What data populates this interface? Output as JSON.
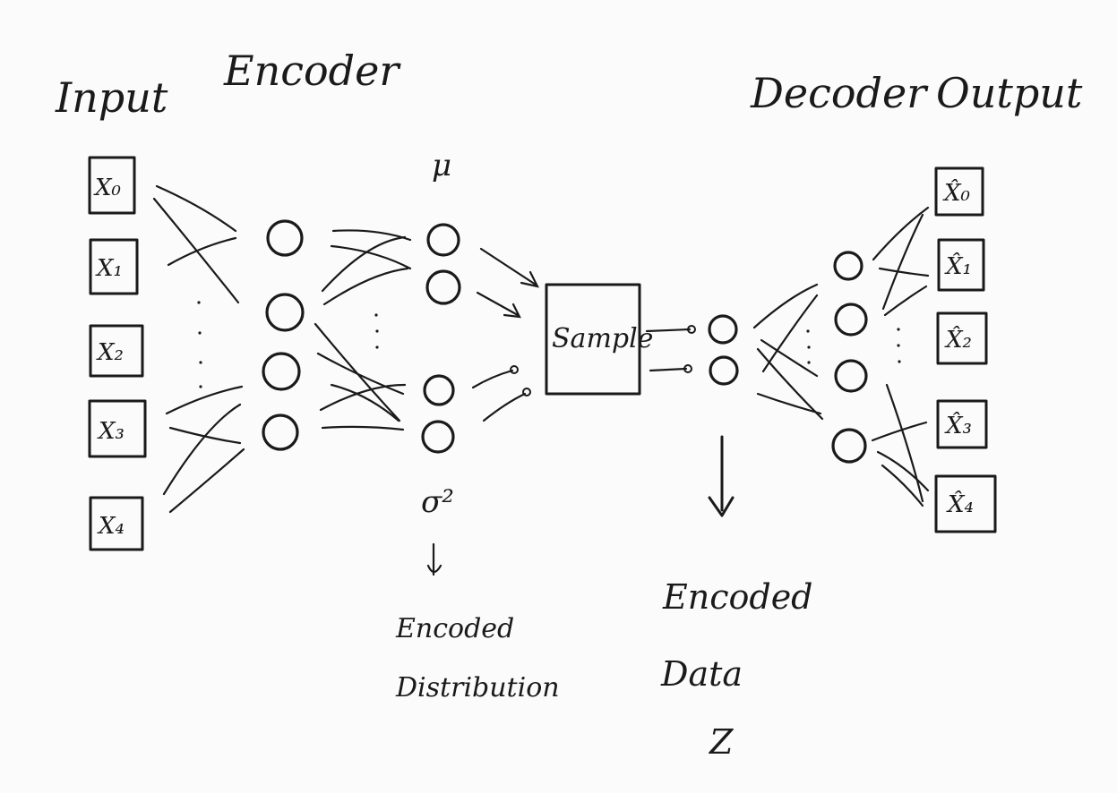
{
  "titles": {
    "input": "Input",
    "encoder": "Encoder",
    "decoder": "Decoder",
    "output": "Output"
  },
  "inputs": [
    "X₀",
    "X₁",
    "X₂",
    "X₃",
    "X₄"
  ],
  "outputs": [
    "X̂₀",
    "X̂₁",
    "X̂₂",
    "X̂₃",
    "X̂₄"
  ],
  "mu_label": "μ",
  "sigma_label": "σ²",
  "sample_label": "Sample",
  "encoded_distribution": {
    "line1": "Encoded",
    "line2": "Distribution"
  },
  "encoded_data": {
    "line1": "Encoded",
    "line2": "Data"
  },
  "z_label": "Z"
}
